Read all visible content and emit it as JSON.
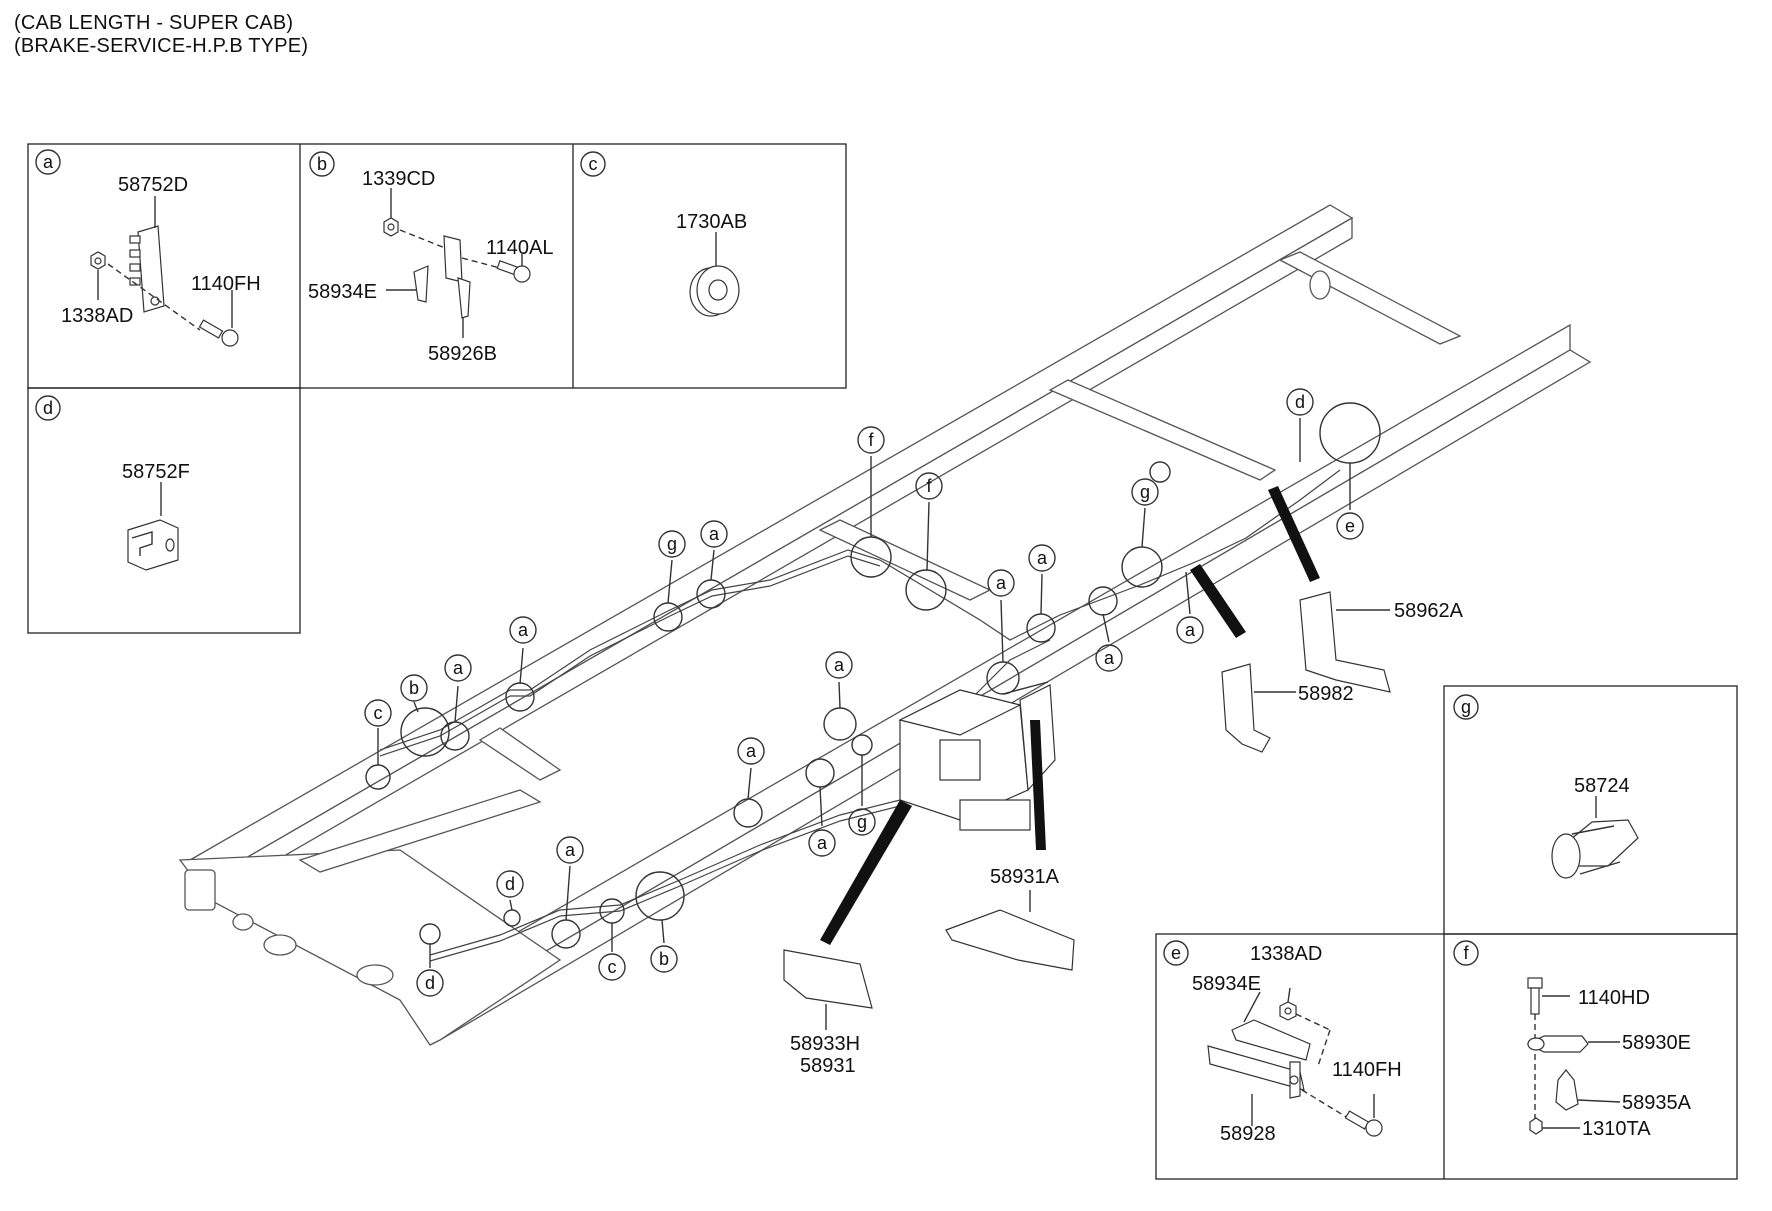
{
  "header": {
    "line1": "(CAB LENGTH - SUPER CAB)",
    "line2": "(BRAKE-SERVICE-H.P.B TYPE)"
  },
  "boxes": {
    "a": {
      "letter": "a",
      "parts": [
        "58752D",
        "1338AD",
        "1140FH"
      ]
    },
    "b": {
      "letter": "b",
      "parts": [
        "1339CD",
        "1140AL",
        "58934E",
        "58926B"
      ]
    },
    "c": {
      "letter": "c",
      "parts": [
        "1730AB"
      ]
    },
    "d": {
      "letter": "d",
      "parts": [
        "58752F"
      ]
    },
    "e": {
      "letter": "e",
      "parts": [
        "1338AD",
        "58934E",
        "1140FH",
        "58928"
      ]
    },
    "f": {
      "letter": "f",
      "parts": [
        "1140HD",
        "58930E",
        "58935A",
        "1310TA"
      ]
    },
    "g": {
      "letter": "g",
      "parts": [
        "58724"
      ]
    }
  },
  "main_labels": [
    "58962A",
    "58982",
    "58931A",
    "58933H",
    "58931"
  ],
  "callouts": [
    "a",
    "a",
    "a",
    "a",
    "a",
    "a",
    "a",
    "a",
    "a",
    "a",
    "a",
    "a",
    "b",
    "b",
    "c",
    "c",
    "d",
    "d",
    "d",
    "e",
    "f",
    "f",
    "g",
    "g",
    "g"
  ]
}
